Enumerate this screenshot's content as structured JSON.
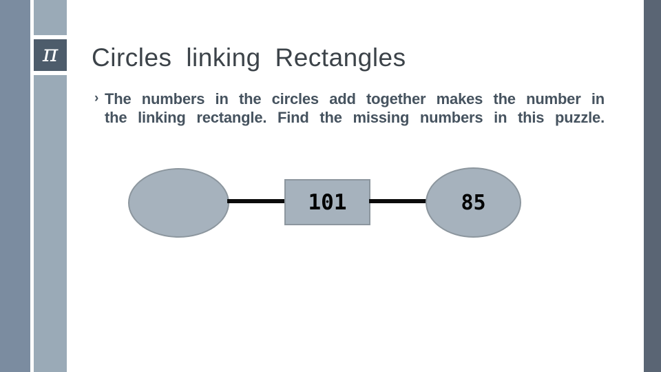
{
  "colors": {
    "bar-left": "#7B8CA0",
    "stripe": "#9AAAB7",
    "pi-box": "#4D5C6B",
    "bar-right": "#5A6574",
    "node-fill": "#A6B2BD",
    "node-border": "#8C969E",
    "title-text": "#3C4349",
    "body-text": "#46535F",
    "connector": "#0B0B0B"
  },
  "branding": {
    "pi_symbol": "π"
  },
  "slide": {
    "title": "Circles linking Rectangles",
    "bullet_marker": "›",
    "bullet_line1": "The numbers in the circles add together makes the number in",
    "bullet_line2": "the linking rectangle. Find the missing numbers in this puzzle."
  },
  "diagram": {
    "left_circle_value": "",
    "rectangle_value": "101",
    "right_circle_value": "85"
  }
}
